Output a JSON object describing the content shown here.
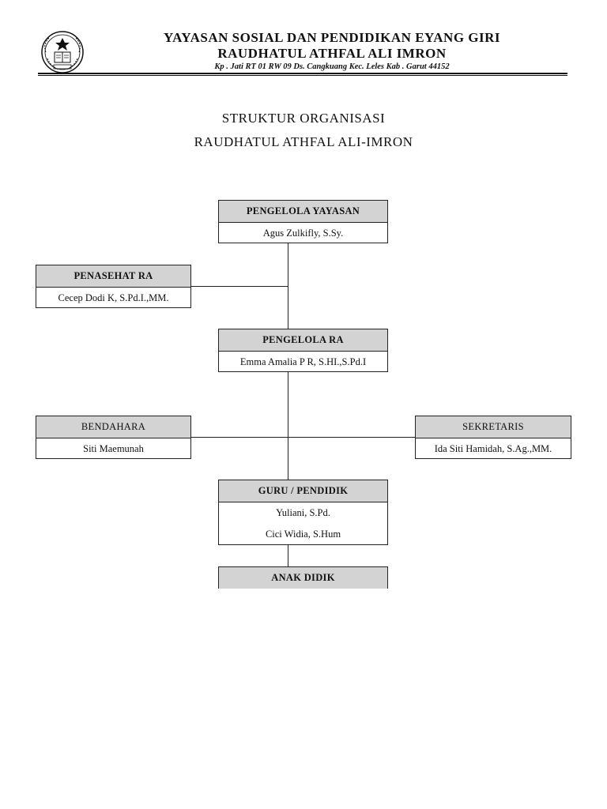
{
  "letterhead": {
    "line1": "YAYASAN SOSIAL DAN PENDIDIKAN EYANG GIRI",
    "line2": "RAUDHATUL ATHFAL ALI IMRON",
    "address": "Kp . Jati RT 01 RW 09 Ds. Cangkuang Kec. Leles Kab . Garut 44152",
    "logo": "institution-seal-logo"
  },
  "document": {
    "title": "STRUKTUR ORGANISASI",
    "subtitle": "RAUDHATUL ATHFAL ALI-IMRON"
  },
  "org": {
    "pengelola_yayasan": {
      "title": "PENGELOLA YAYASAN",
      "names": [
        "Agus Zulkifly, S.Sy."
      ]
    },
    "penasehat": {
      "title": "PENASEHAT RA",
      "names": [
        "Cecep Dodi K, S.Pd.I.,MM."
      ]
    },
    "pengelola_ra": {
      "title": "PENGELOLA RA",
      "names": [
        "Emma Amalia P R, S.HI.,S.Pd.I"
      ]
    },
    "bendahara": {
      "title": "BENDAHARA",
      "names": [
        "Siti Maemunah"
      ]
    },
    "sekretaris": {
      "title": "SEKRETARIS",
      "names": [
        "Ida Siti Hamidah, S.Ag.,MM."
      ]
    },
    "guru": {
      "title": "GURU / PENDIDIK",
      "names": [
        "Yuliani, S.Pd.",
        "Cici Widia, S.Hum"
      ]
    },
    "anak_didik": {
      "title": "ANAK DIDIK",
      "names": []
    }
  }
}
